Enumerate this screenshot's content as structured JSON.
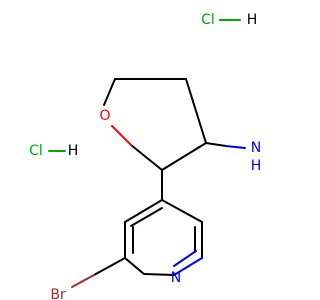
{
  "diagram": {
    "colors": {
      "carbon_bond": "#000000",
      "oxygen": "#ff0000",
      "nitrogen": "#0000ff",
      "bromine": "#a52a2a",
      "chlorine": "#00aa00",
      "hydrogen": "#000000"
    },
    "labels": {
      "hcl_top_cl": "Cl",
      "hcl_top_h": "H",
      "hcl_left_cl": "Cl",
      "hcl_left_h": "H",
      "oxygen": "O",
      "amine_n": "N",
      "amine_h": "H",
      "pyridine_n": "N",
      "bromine": "Br"
    }
  }
}
